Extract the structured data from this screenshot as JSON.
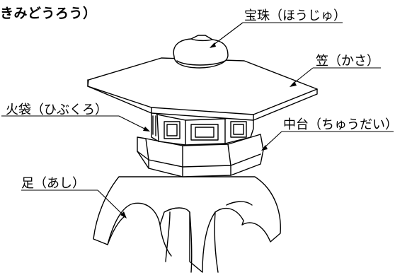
{
  "title": "きみどうろう）",
  "labels": {
    "hoju": "宝珠（ほうじゅ）",
    "kasa": "笠（かさ）",
    "hibukuro": "火袋（ひぶくろ）",
    "chudai": "中台（ちゅうだい）",
    "ashi": "足（あし）"
  }
}
